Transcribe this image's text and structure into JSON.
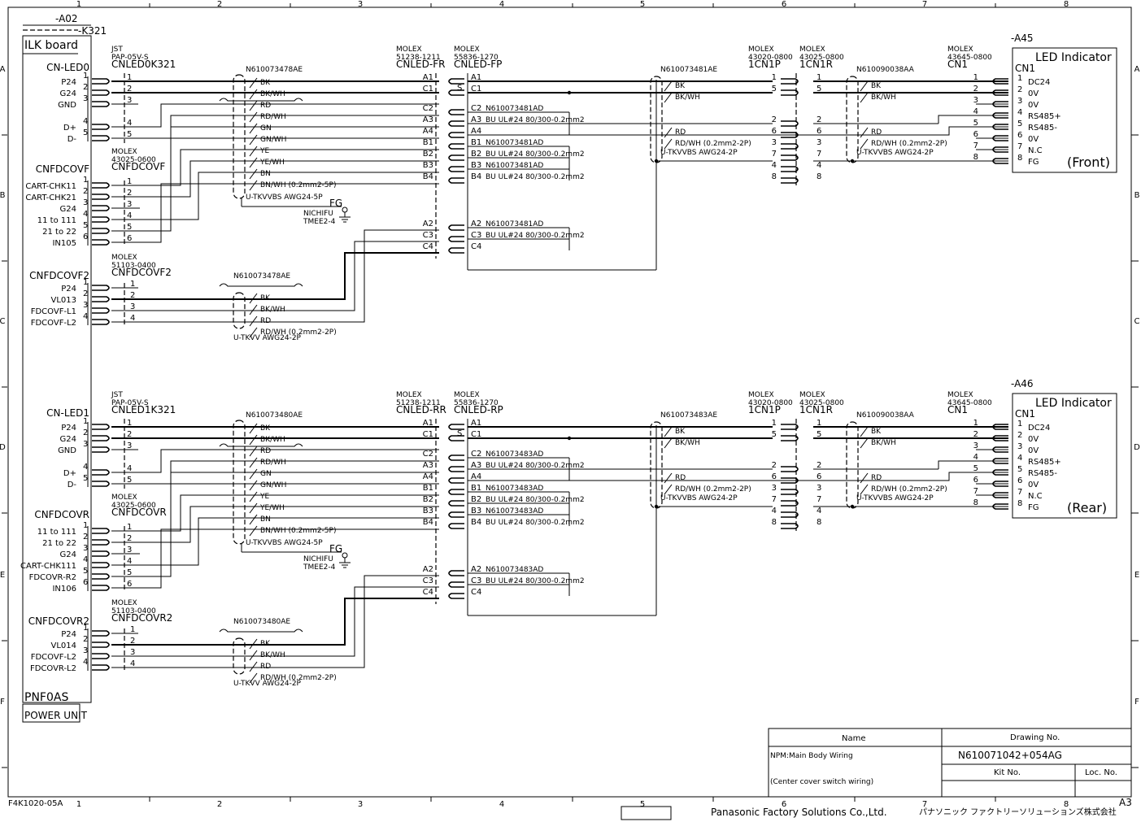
{
  "frame": {
    "columns": [
      "1",
      "2",
      "3",
      "4",
      "5",
      "6",
      "7",
      "8"
    ],
    "rows": [
      "A",
      "B",
      "C",
      "D",
      "E",
      "F"
    ]
  },
  "refs": {
    "a02": "-A02",
    "k321": "-K321",
    "a45": "-A45",
    "a46": "-A46"
  },
  "ilk_board": "ILK board",
  "power_unit": {
    "model": "PNF0AS",
    "label": "POWER UNIT"
  },
  "front": {
    "cn_led_label": "CN-LED0",
    "cn_led_rows": [
      "P24",
      "G24",
      "GND",
      "D+",
      "D-"
    ],
    "jst_lines": [
      "JST",
      "PAP-05V-S",
      "CNLED0K321"
    ],
    "cable1": "N610073478AE",
    "cnfdcov_label": "CNFDCOVF",
    "cnfdcov_rows": [
      "CART-CHK11",
      "CART-CHK21",
      "G24",
      "11 to 111",
      "21 to 22",
      "IN105"
    ],
    "molex_a": [
      "MOLEX",
      "43025-0600",
      "CNFDCOVF"
    ],
    "wires1": [
      "BK",
      "BK/WH",
      "RD",
      "RD/WH",
      "GN",
      "GN/WH",
      "YE",
      "YE/WH",
      "BN",
      "BN/WH (0.2mm2-5P)"
    ],
    "cable1_type": "U-TKVVBS AWG24-5P",
    "fg": "FG",
    "nichifu": [
      "NICHIFU",
      "TMEE2-4"
    ],
    "cnfdcov2_label": "CNFDCOVF2",
    "cnfdcov2_rows": [
      "P24",
      "VL013",
      "FDCOVF-L1",
      "FDCOVF-L2"
    ],
    "molex_b": [
      "MOLEX",
      "51103-0400",
      "CNFDCOVF2"
    ],
    "cable2": "N610073478AE",
    "wires2": [
      "BK",
      "BK/WH",
      "RD",
      "RD/WH (0.2mm2-2P)"
    ],
    "cable2_type": "U-TKVV AWG24-2P",
    "molex_fr": [
      "MOLEX",
      "51238-1211",
      "CNLED-FR"
    ],
    "molex_fp": [
      "MOLEX",
      "55836-1270",
      "CNLED-FP"
    ],
    "jumper": "N610073481AD",
    "jumper_spec": "BU   UL#24 80/300-0.2mm2",
    "cable3": "N610073481AE",
    "wires3": [
      "BK",
      "BK/WH",
      "RD",
      "RD/WH (0.2mm2-2P)"
    ],
    "cable3_type": "U-TKVVBS AWG24-2P",
    "molex_1cn1p": [
      "MOLEX",
      "43020-0800",
      "1CN1P"
    ],
    "molex_1cn1r": [
      "MOLEX",
      "43025-0800",
      "1CN1R"
    ],
    "cable4": "N610090038AA",
    "wires4": [
      "BK",
      "BK/WH",
      "RD",
      "RD/WH (0.2mm2-2P)"
    ],
    "cable4_type": "U-TKVVBS AWG24-2P",
    "molex_cn1": [
      "MOLEX",
      "43645-0800",
      "CN1"
    ],
    "led_title": "LED Indicator",
    "led_cn": "CN1",
    "led_rows": [
      "DC24",
      "0V",
      "0V",
      "RS485+",
      "RS485-",
      "0V",
      "N.C",
      "FG"
    ],
    "led_side": "(Front)"
  },
  "rear": {
    "cn_led_label": "CN-LED1",
    "cn_led_rows": [
      "P24",
      "G24",
      "GND",
      "D+",
      "D-"
    ],
    "jst_lines": [
      "JST",
      "PAP-05V-S",
      "CNLED1K321"
    ],
    "cable1": "N610073480AE",
    "cnfdcov_label": "CNFDCOVR",
    "cnfdcov_rows": [
      "11 to 111",
      "21 to 22",
      "G24",
      "CART-CHK111",
      "FDCOVR-R2",
      "IN106"
    ],
    "molex_a": [
      "MOLEX",
      "43025-0600",
      "CNFDCOVR"
    ],
    "wires1": [
      "BK",
      "BK/WH",
      "RD",
      "RD/WH",
      "GN",
      "GN/WH",
      "YE",
      "YE/WH",
      "BN",
      "BN/WH (0.2mm2-5P)"
    ],
    "cable1_type": "U-TKVVBS AWG24-5P",
    "fg": "FG",
    "nichifu": [
      "NICHIFU",
      "TMEE2-4"
    ],
    "cnfdcov2_label": "CNFDCOVR2",
    "cnfdcov2_rows": [
      "P24",
      "VL014",
      "FDCOVF-L2",
      "FDCOVR-L2"
    ],
    "molex_b": [
      "MOLEX",
      "51103-0400",
      "CNFDCOVR2"
    ],
    "cable2": "N610073480AE",
    "wires2": [
      "BK",
      "BK/WH",
      "RD",
      "RD/WH (0.2mm2-2P)"
    ],
    "cable2_type": "U-TKVV AWG24-2P",
    "molex_fr": [
      "MOLEX",
      "51238-1211",
      "CNLED-RR"
    ],
    "molex_fp": [
      "MOLEX",
      "55836-1270",
      "CNLED-RP"
    ],
    "jumper": "N610073483AD",
    "jumper_spec": "BU   UL#24 80/300-0.2mm2",
    "cable3": "N610073483AE",
    "wires3": [
      "BK",
      "BK/WH",
      "RD",
      "RD/WH (0.2mm2-2P)"
    ],
    "cable3_type": "U-TKVVBS AWG24-2P",
    "molex_1cn1p": [
      "MOLEX",
      "43020-0800",
      "1CN1P"
    ],
    "molex_1cn1r": [
      "MOLEX",
      "43025-0800",
      "1CN1R"
    ],
    "cable4": "N610090038AA",
    "wires4": [
      "BK",
      "BK/WH",
      "RD",
      "RD/WH (0.2mm2-2P)"
    ],
    "cable4_type": "U-TKVVBS AWG24-2P",
    "molex_cn1": [
      "MOLEX",
      "43645-0800",
      "CN1"
    ],
    "led_title": "LED Indicator",
    "led_cn": "CN1",
    "led_rows": [
      "DC24",
      "0V",
      "0V",
      "RS485+",
      "RS485-",
      "0V",
      "N.C",
      "FG"
    ],
    "led_side": "(Rear)"
  },
  "title_block": {
    "name_hdr": "Name",
    "drawing_hdr": "Drawing No.",
    "name1": "NPM:Main Body Wiring",
    "name2": "(Center cover switch wiring)",
    "drawing_no": "N610071042+054AG",
    "kit_hdr": "Kit No.",
    "loc_hdr": "Loc. No."
  },
  "footer": {
    "form": "F4K1020-05A",
    "size": "A3",
    "company": "Panasonic Factory Solutions Co.,Ltd.",
    "company_jp": "パナソニック ファクトリーソリューションズ株式会社"
  }
}
